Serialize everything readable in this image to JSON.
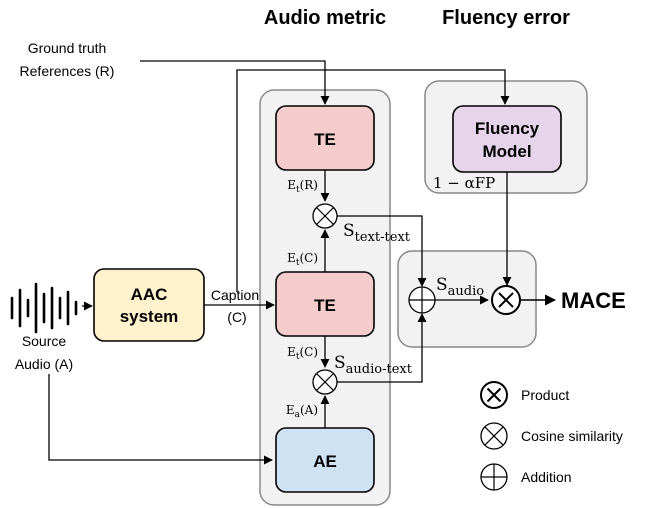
{
  "headers": {
    "audio_metric": "Audio metric",
    "fluency_error": "Fluency error"
  },
  "inputs": {
    "ground_truth_line1": "Ground truth",
    "ground_truth_line2": "References (R)",
    "source_line1": "Source",
    "source_line2": "Audio (A)"
  },
  "blocks": {
    "aac_line1": "AAC",
    "aac_line2": "system",
    "te_top": "TE",
    "te_mid": "TE",
    "ae": "AE",
    "fluency_line1": "Fluency",
    "fluency_line2": "Model"
  },
  "edges": {
    "caption": "Caption",
    "caption_symbol": "(C)",
    "et_r": "E",
    "et_r_sub": "t",
    "et_r_arg": "(R)",
    "et_c_up": "E",
    "et_c_up_sub": "t",
    "et_c_up_arg": "(C)",
    "et_c_down": "E",
    "et_c_down_sub": "t",
    "et_c_down_arg": "(C)",
    "ea_a": "E",
    "ea_a_sub": "a",
    "ea_a_arg": "(A)",
    "fp_formula": "1 − αFP"
  },
  "scores": {
    "s_text_text": "S",
    "s_text_text_sub": "text-text",
    "s_audio_text": "S",
    "s_audio_text_sub": "audio-text",
    "s_audio": "S",
    "s_audio_sub": "audio"
  },
  "output": {
    "mace": "MACE"
  },
  "legend": {
    "product": "Product",
    "cosine": "Cosine similarity",
    "addition": "Addition"
  },
  "colors": {
    "te_fill": "#f4cccc",
    "aac_fill": "#fff2cc",
    "ae_fill": "#cfe2f3",
    "fluency_fill": "#e6d5ea",
    "panel_fill": "#f2f2f2",
    "panel_stroke": "#888888"
  }
}
